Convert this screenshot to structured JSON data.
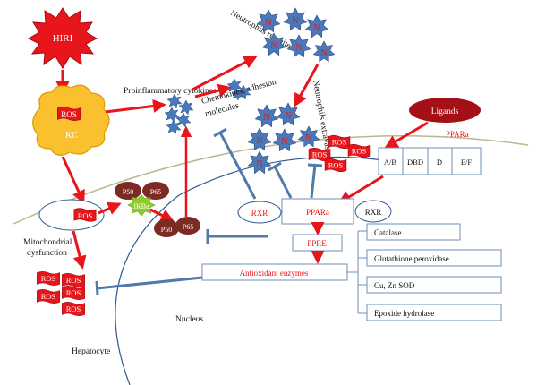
{
  "stimulus": {
    "label": "HIRI"
  },
  "kupffer_cell": {
    "ros_label": "ROS",
    "kc_label": "KC"
  },
  "cytokines": {
    "label": "Proinflammatory cytokines"
  },
  "chemokines": {
    "label_line1": "Chemokines, adhesion",
    "label_line2": "molecules"
  },
  "neutrophils": {
    "recruited_label": "Neutrophils recruited",
    "extravasated_label": "Neutrophils extravasated",
    "cell_label": "N",
    "ros_label": "ROS"
  },
  "ligands": {
    "label": "Ligands"
  },
  "ppara_domains": {
    "title": "PPARa",
    "domains": [
      "A/B",
      "DBD",
      "D",
      "E/F"
    ]
  },
  "nfkb": {
    "p50": "P50",
    "p65": "P65",
    "ikba": "IKBa"
  },
  "cytoplasm_ros": "ROS",
  "mitochondria": {
    "line1": "Mitochondrial",
    "line2": "dysfunction",
    "ros_label": "ROS"
  },
  "nucleus": {
    "label": "Nucleus",
    "rxr_left": "RXR",
    "ppara": "PPARa",
    "rxr_right": "RXR",
    "ppre": "PPRE",
    "antioxidant": "Antioxidant enzymes",
    "enzymes": [
      "Catalase",
      "Glutathione peroxidase",
      "Cu, Zn SOD",
      "Epoxide hydrolase"
    ]
  },
  "hepatocyte": {
    "label": "Hepatocyte"
  },
  "colors": {
    "red": "#e8151b",
    "darkred": "#a80a10",
    "blue_star": "#4a78b8",
    "inhibit": "#4f7aaa",
    "kc_yellow": "#fbc02d",
    "maroon": "#7b2b22",
    "green": "#8fce2a",
    "membrane": "#b8b890",
    "box_border": "#6d8fb8"
  }
}
